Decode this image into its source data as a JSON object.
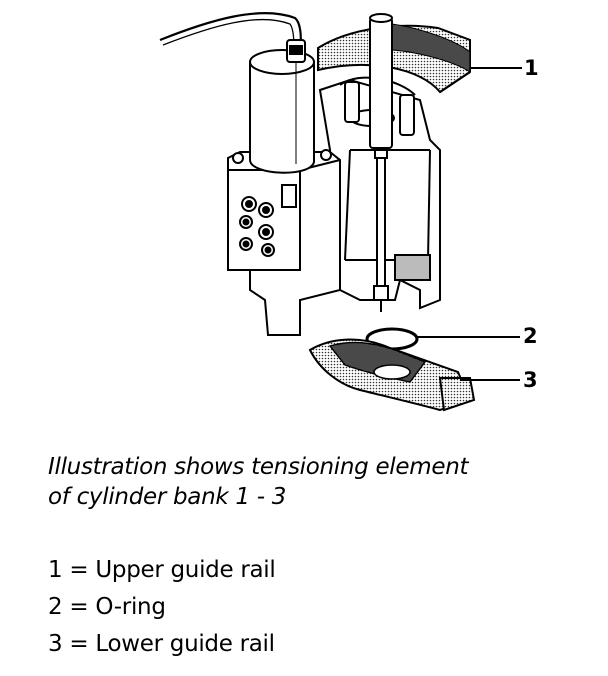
{
  "callouts": [
    "1",
    "2",
    "3"
  ],
  "caption": {
    "line1": "Illustration shows tensioning element",
    "line2": "of cylinder bank 1 - 3"
  },
  "legend": [
    {
      "num": "1",
      "eq": "=",
      "label": "Upper guide rail"
    },
    {
      "num": "2",
      "eq": "=",
      "label": "O-ring"
    },
    {
      "num": "3",
      "eq": "=",
      "label": "Lower guide rail"
    }
  ]
}
